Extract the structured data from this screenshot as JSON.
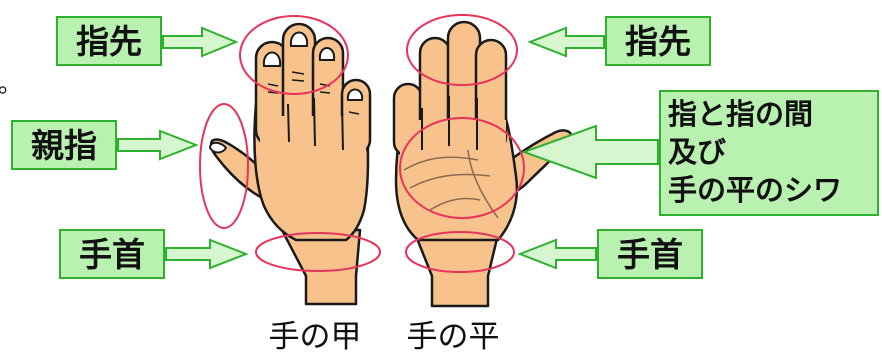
{
  "labels": {
    "back_fingertips": "指先",
    "thumb": "親指",
    "back_wrist": "手首",
    "palm_fingertips": "指先",
    "between_line1": "指と指の間",
    "between_line2": "及び",
    "between_line3": "手の平のシワ",
    "palm_wrist": "手首"
  },
  "captions": {
    "back_of_hand": "手の甲",
    "palm": "手の平"
  },
  "stray_mark": "。",
  "colors": {
    "skin": "#f8c28c",
    "skin_outline": "#1a1a1a",
    "nail": "#ffffff",
    "highlight_ellipse": "#e8345a",
    "label_fill": "#b9f1b0",
    "label_border": "#2fb12f",
    "arrow_fill": "#d6f6cf",
    "arrow_border": "#2fb12f"
  }
}
